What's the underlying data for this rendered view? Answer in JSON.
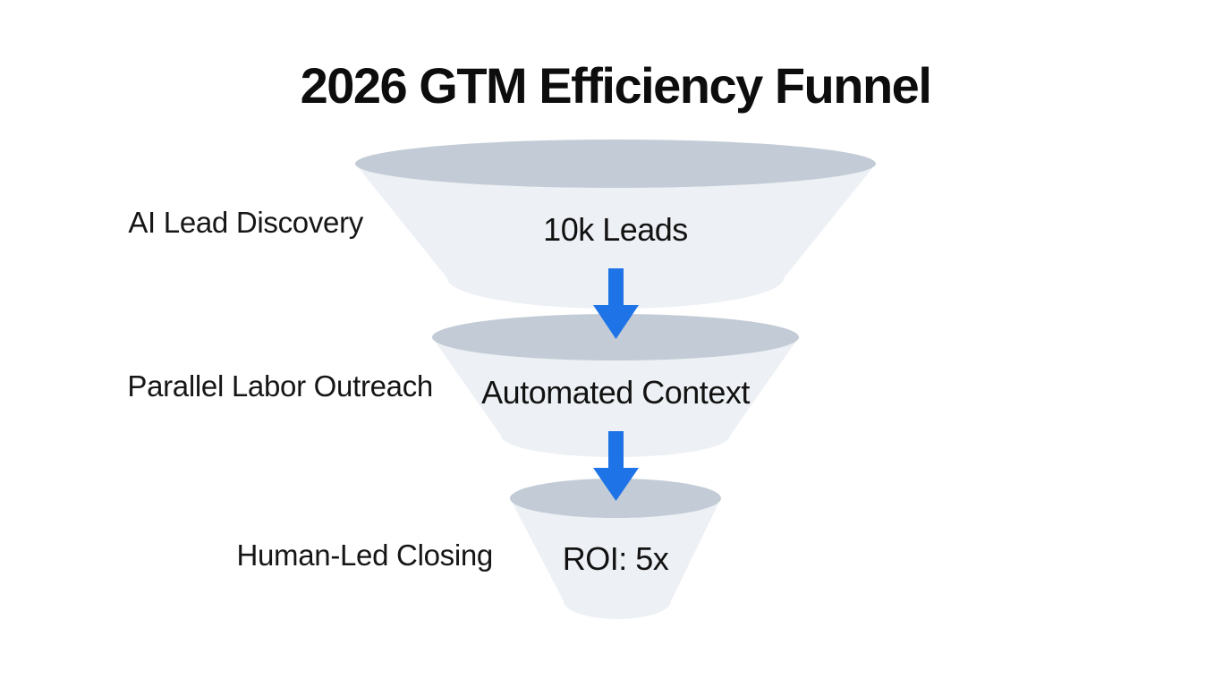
{
  "title": "2026 GTM Efficiency Funnel",
  "funnel": {
    "stages": [
      {
        "label": "AI Lead Discovery",
        "value": "10k Leads"
      },
      {
        "label": "Parallel Labor Outreach",
        "value": "Automated Context"
      },
      {
        "label": "Human-Led Closing",
        "value": "ROI: 5x"
      }
    ]
  },
  "icons": {
    "flow_arrow": "down-arrow"
  },
  "colors": {
    "background": "#ffffff",
    "funnel_rim": "#c3ccd6",
    "funnel_body": "#edf0f4",
    "arrow_blue": "#1e73e6",
    "title_text": "#0d0d0d",
    "label_text": "#161616"
  }
}
